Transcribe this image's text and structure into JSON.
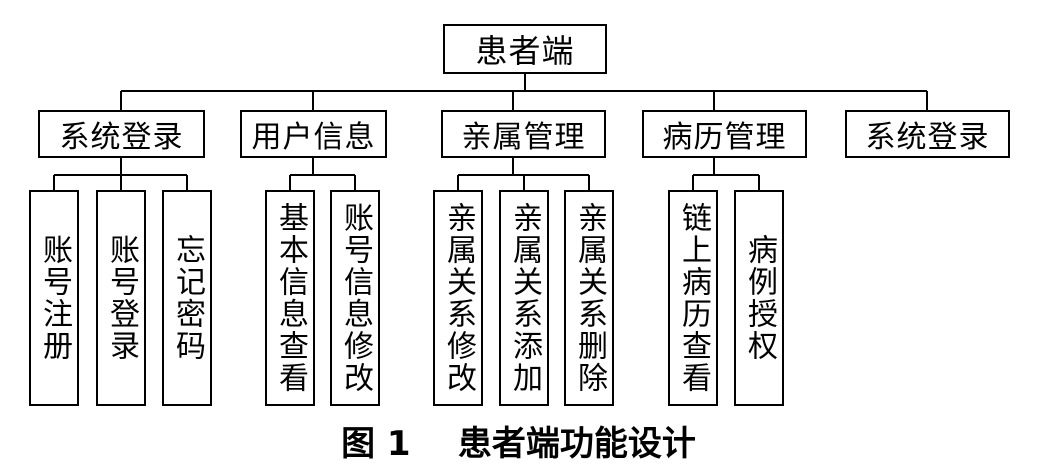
{
  "root": {
    "label": "患者端"
  },
  "groups": [
    {
      "label": "系统登录",
      "children": [
        "账号注册",
        "账号登录",
        "忘记密码"
      ]
    },
    {
      "label": "用户信息",
      "children": [
        "基本信息查看",
        "账号信息修改"
      ]
    },
    {
      "label": "亲属管理",
      "children": [
        "亲属关系修改",
        "亲属关系添加",
        "亲属关系删除"
      ]
    },
    {
      "label": "病历管理",
      "children": [
        "链上病历查看",
        "病例授权"
      ]
    },
    {
      "label": "系统登录",
      "children": []
    }
  ],
  "caption": "图 1    患者端功能设计"
}
